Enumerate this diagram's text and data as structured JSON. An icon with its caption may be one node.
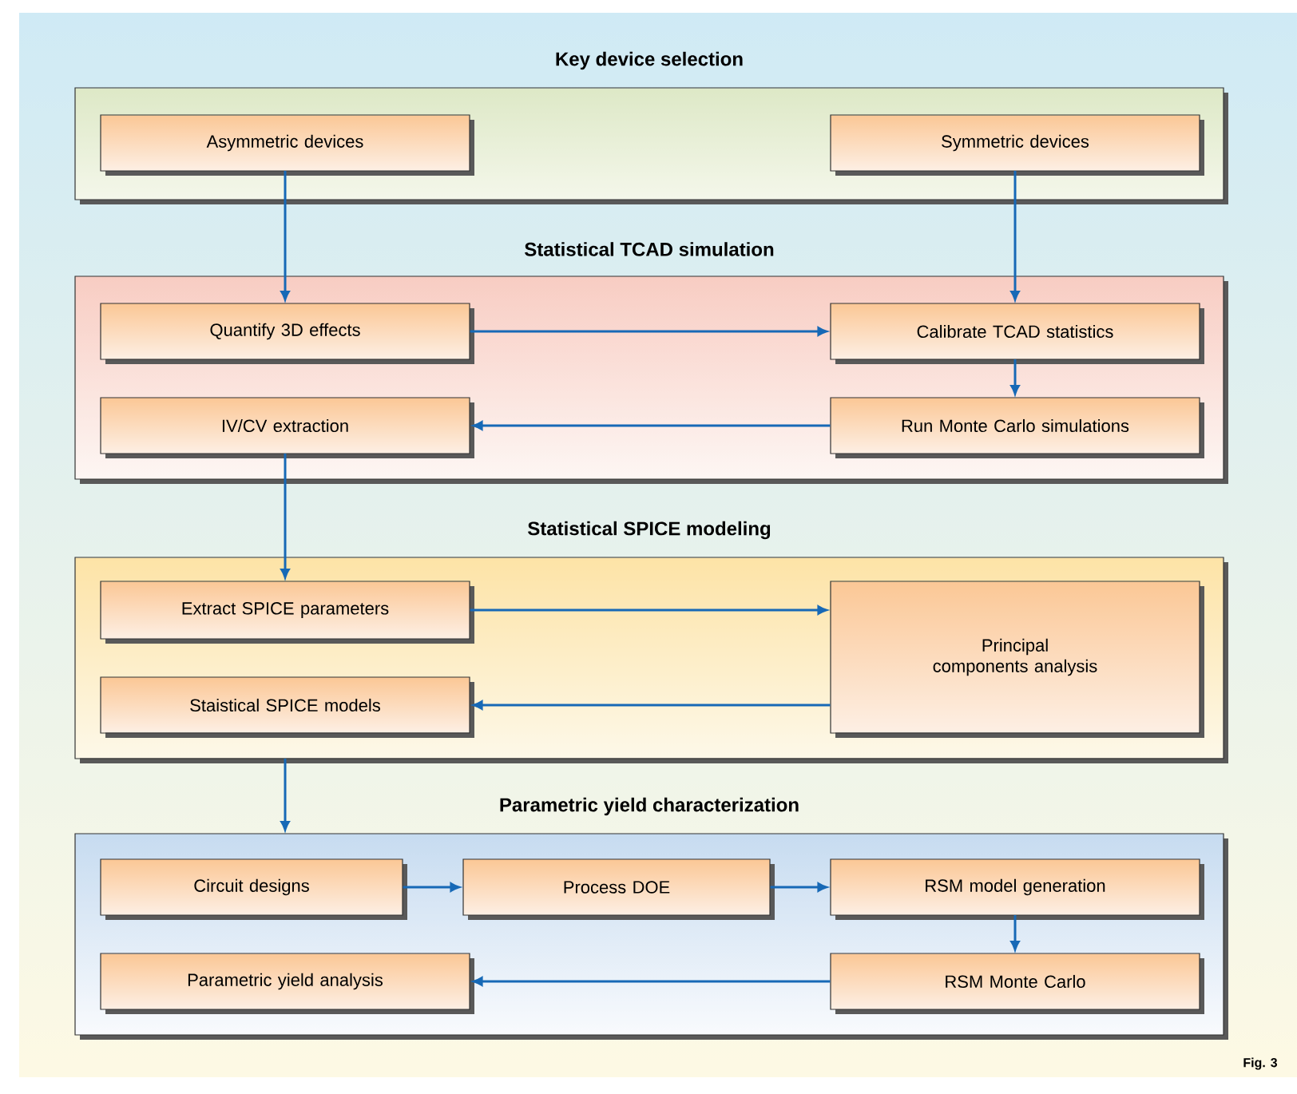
{
  "diagram": {
    "nodes": [
      {
        "text": [
          "Key device selection"
        ]
      },
      {
        "text": [
          "Asymmetric devices"
        ],
        "in": 0
      },
      {
        "text": [
          "Symmetric devices"
        ],
        "in": 0
      },
      {
        "text": [
          "Statistical TCAD simulation"
        ]
      },
      {
        "text": [
          "Quantify 3D effects"
        ],
        "in": 3
      },
      {
        "text": [
          "Calibrate TCAD statistics"
        ],
        "in": 3
      },
      {
        "text": [
          "IV/CV extraction"
        ],
        "in": 3
      },
      {
        "text": [
          "Run Monte Carlo simulations"
        ],
        "in": 3
      },
      {
        "text": [
          "Statistical SPICE modeling"
        ]
      },
      {
        "text": [
          "Extract SPICE parameters"
        ],
        "in": 8
      },
      {
        "text": [
          "Principal components analysis"
        ],
        "in": 8
      },
      {
        "text": [
          "Staistical SPICE models"
        ],
        "in": 8
      },
      {
        "text": [
          "Parametric yield characterization"
        ]
      },
      {
        "text": [
          "Circuit designs"
        ],
        "in": 12
      },
      {
        "text": [
          "Process DOE"
        ],
        "in": 12
      },
      {
        "text": [
          "RSM model generation"
        ],
        "in": 12
      },
      {
        "text": [
          "Parametric yield analysis"
        ],
        "in": 12
      },
      {
        "text": [
          "RSM Monte Carlo"
        ],
        "in": 12
      }
    ],
    "edges": [
      {
        "from": 1,
        "to": 4,
        "arrow": "to"
      },
      {
        "from": 2,
        "to": 5,
        "arrow": "to"
      },
      {
        "from": 4,
        "to": 5,
        "arrow": "to"
      },
      {
        "from": 5,
        "to": 7,
        "arrow": "to"
      },
      {
        "from": 7,
        "to": 6,
        "arrow": "to"
      },
      {
        "from": 6,
        "to": 9,
        "arrow": "to"
      },
      {
        "from": 9,
        "to": 10,
        "arrow": "to"
      },
      {
        "from": 10,
        "to": 11,
        "arrow": "to"
      },
      {
        "from": 8,
        "to": 12,
        "arrow": "to"
      },
      {
        "from": 13,
        "to": 14,
        "arrow": "to"
      },
      {
        "from": 14,
        "to": 15,
        "arrow": "to"
      },
      {
        "from": 15,
        "to": 17,
        "arrow": "to"
      },
      {
        "from": 17,
        "to": 16,
        "arrow": "to"
      }
    ],
    "labels": [
      "Fig. 3"
    ]
  }
}
